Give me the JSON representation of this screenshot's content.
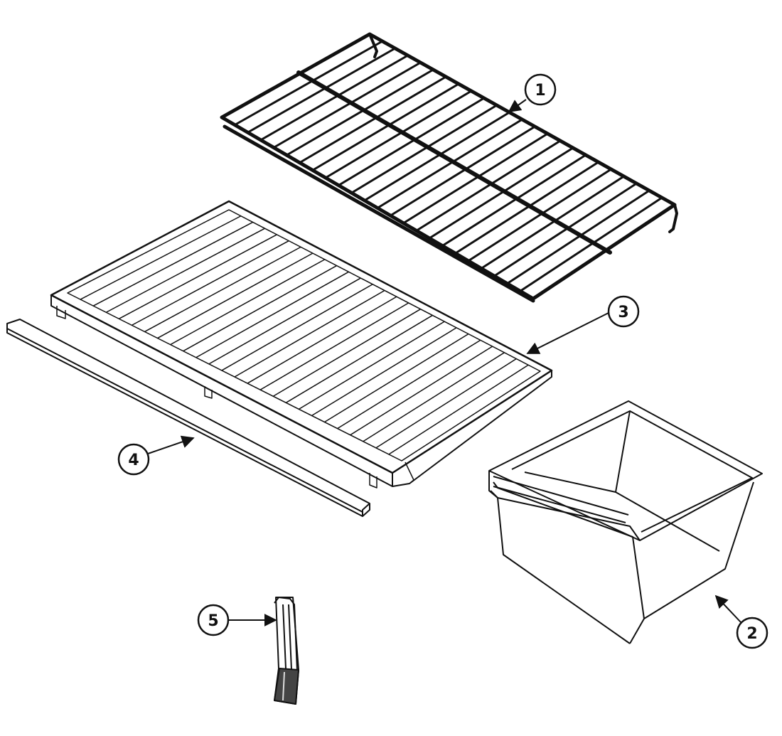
{
  "callouts": [
    {
      "id": "1",
      "part": "wire-shelf"
    },
    {
      "id": "2",
      "part": "crisper-drawer"
    },
    {
      "id": "3",
      "part": "slatted-shelf"
    },
    {
      "id": "4",
      "part": "shelf-trim"
    },
    {
      "id": "5",
      "part": "shelf-support"
    }
  ],
  "colors": {
    "ink": "#111111",
    "paper": "#ffffff"
  }
}
